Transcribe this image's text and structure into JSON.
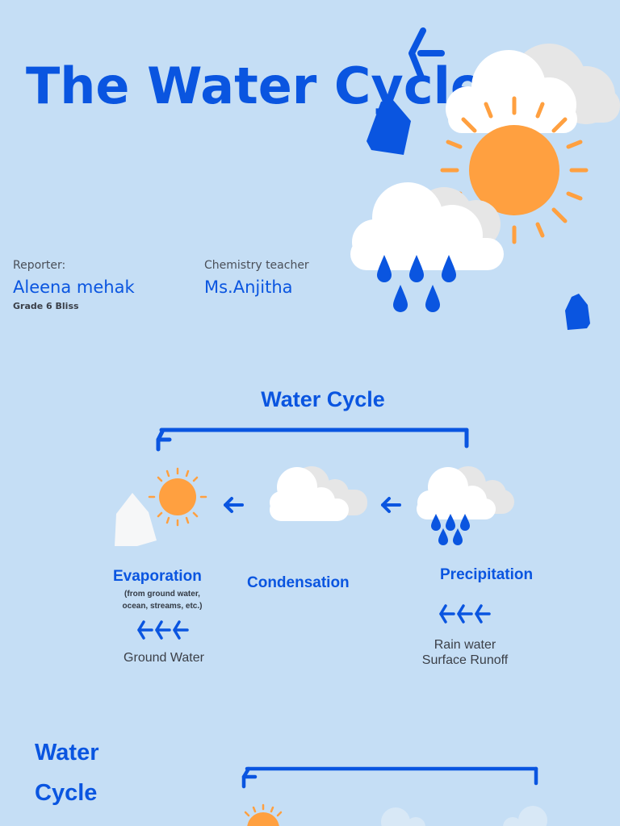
{
  "header": {
    "title": "The Water Cycle",
    "reporter_label": "Reporter:",
    "reporter_name": "Aleena mehak",
    "reporter_grade": "Grade 6 Bliss",
    "teacher_label": "Chemistry teacher",
    "teacher_name": "Ms.Anjitha"
  },
  "diagram": {
    "title": "Water Cycle",
    "stages": [
      {
        "name": "Evaporation",
        "note": "(from ground water, ocean, streams, etc.)",
        "source": "Ground Water"
      },
      {
        "name": "Condensation"
      },
      {
        "name": "Precipitation",
        "source_line1": "Rain water",
        "source_line2": "Surface Runoff"
      }
    ]
  },
  "bottom": {
    "title": "Water Cycle"
  },
  "colors": {
    "accent": "#0a55e0",
    "background": "#c5def5",
    "sun": "#ffa040",
    "cloud": "#ffffff",
    "cloud_shadow": "#e6e6e6"
  }
}
